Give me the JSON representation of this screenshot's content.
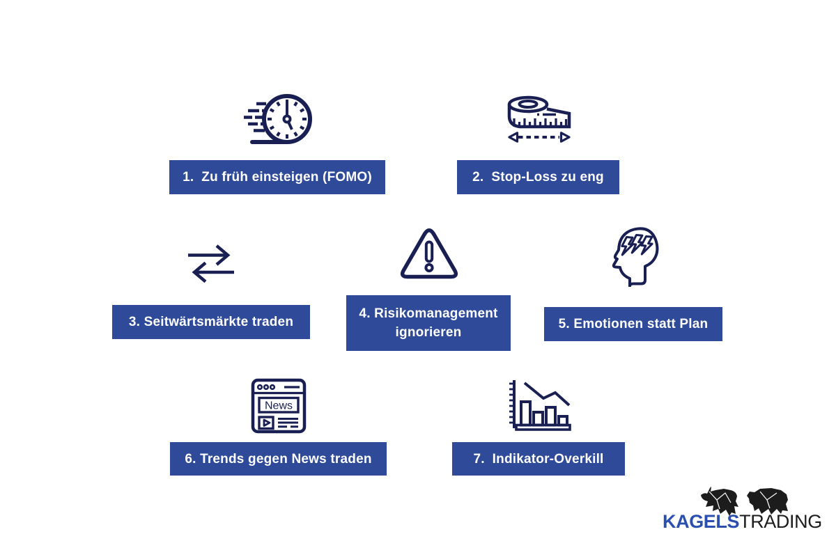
{
  "canvas": {
    "background": "#ffffff"
  },
  "colors": {
    "box_blue": "#2e4a99",
    "icon_navy": "#191f52",
    "label_text": "#ffffff",
    "logo_blue": "#2a4fae",
    "logo_dark": "#1c1c1c",
    "canvas_bg": "#ffffff"
  },
  "items": [
    {
      "label": "1.  Zu früh einsteigen (FOMO)",
      "icon": "speed-clock-icon"
    },
    {
      "label": "2.  Stop-Loss zu eng",
      "icon": "measuring-tape-icon"
    },
    {
      "label": "3. Seitwärtsmärkte traden",
      "icon": "sideways-arrows-icon"
    },
    {
      "label": "4. Risikomanagement ignorieren",
      "icon": "warning-triangle-icon"
    },
    {
      "label": "5. Emotionen statt Plan",
      "icon": "stressed-head-icon"
    },
    {
      "label": "6. Trends gegen News traden",
      "icon": "news-browser-icon"
    },
    {
      "label": "7.  Indikator-Overkill",
      "icon": "indicator-chart-icon"
    }
  ],
  "news_icon": {
    "label": "News"
  },
  "logo": {
    "brand_primary": "KAGELS",
    "brand_secondary": "TRADING"
  }
}
